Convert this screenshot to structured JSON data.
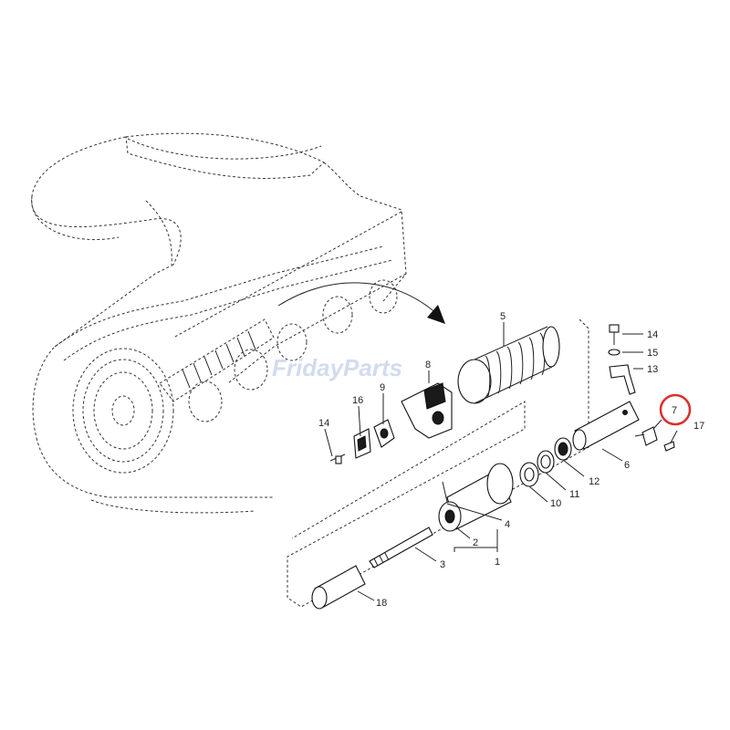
{
  "watermark": {
    "text": "FridayParts",
    "color": "#c9d6ec"
  },
  "highlight": {
    "part": "7",
    "color": "#d9302c"
  },
  "callouts": [
    {
      "id": "c1",
      "label": "1"
    },
    {
      "id": "c2",
      "label": "2"
    },
    {
      "id": "c3",
      "label": "3"
    },
    {
      "id": "c4",
      "label": "4"
    },
    {
      "id": "c5",
      "label": "5"
    },
    {
      "id": "c6",
      "label": "6"
    },
    {
      "id": "c7",
      "label": "7"
    },
    {
      "id": "c8",
      "label": "8"
    },
    {
      "id": "c9",
      "label": "9"
    },
    {
      "id": "c10",
      "label": "10"
    },
    {
      "id": "c11",
      "label": "11"
    },
    {
      "id": "c12",
      "label": "12"
    },
    {
      "id": "c13",
      "label": "13"
    },
    {
      "id": "c14a",
      "label": "14"
    },
    {
      "id": "c14b",
      "label": "14"
    },
    {
      "id": "c15",
      "label": "15"
    },
    {
      "id": "c16",
      "label": "16"
    },
    {
      "id": "c17",
      "label": "17"
    },
    {
      "id": "c18",
      "label": "18"
    }
  ]
}
